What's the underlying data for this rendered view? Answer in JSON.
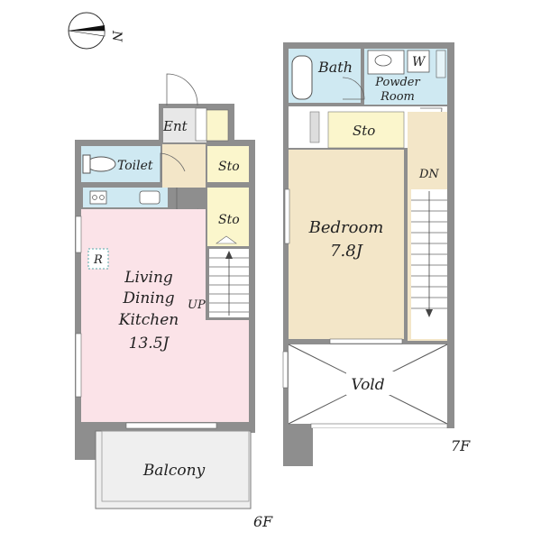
{
  "compass": {
    "north_label": "N"
  },
  "floor6": {
    "floor_label": "6F",
    "rooms": {
      "entrance": "Ent",
      "toilet": "Toilet",
      "storage_a": "Sto",
      "storage_b": "Sto",
      "up": "UP",
      "refrigerator": "R",
      "ldk_line1": "Living",
      "ldk_line2": "Dining",
      "ldk_line3": "Kitchen",
      "ldk_size": "13.5J",
      "balcony": "Balcony"
    }
  },
  "floor7": {
    "floor_label": "7F",
    "rooms": {
      "bath": "Bath",
      "washer": "W",
      "powder_line1": "Powder",
      "powder_line2": "Room",
      "storage": "Sto",
      "bedroom": "Bedroom",
      "bedroom_size": "7.8J",
      "down": "DN",
      "void": "Vold"
    }
  },
  "colors": {
    "wall": "#8e8e8e",
    "ldk_fill": "#fbe3e8",
    "bedroom_fill": "#f3e6c8",
    "storage_fill": "#fbf6cc",
    "wet_fill": "#cfe9f2",
    "entrance_fill": "#e8e8e8",
    "balcony_fill": "#efefef"
  }
}
